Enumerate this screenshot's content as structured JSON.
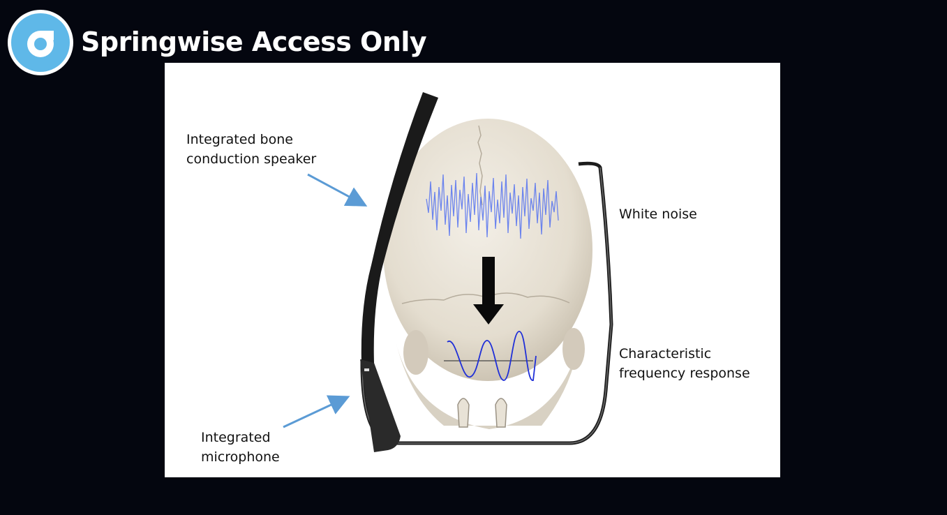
{
  "brand": {
    "title": "Springwise Access Only",
    "logo_icon": "springwise-logo-icon",
    "logo_color": "#5fb8e8"
  },
  "diagram": {
    "labels": {
      "speaker_line1": "Integrated bone",
      "speaker_line2": "conduction speaker",
      "white_noise": "White noise",
      "response_line1": "Characteristic",
      "response_line2": "frequency response",
      "microphone_line1": "Integrated",
      "microphone_line2": "microphone"
    },
    "colors": {
      "arrow": "#5b9bd5",
      "noise": "#5572f0",
      "wave": "#1f2fd8",
      "skull": "#e9e3d8",
      "glasses": "#1c1c1c"
    }
  }
}
